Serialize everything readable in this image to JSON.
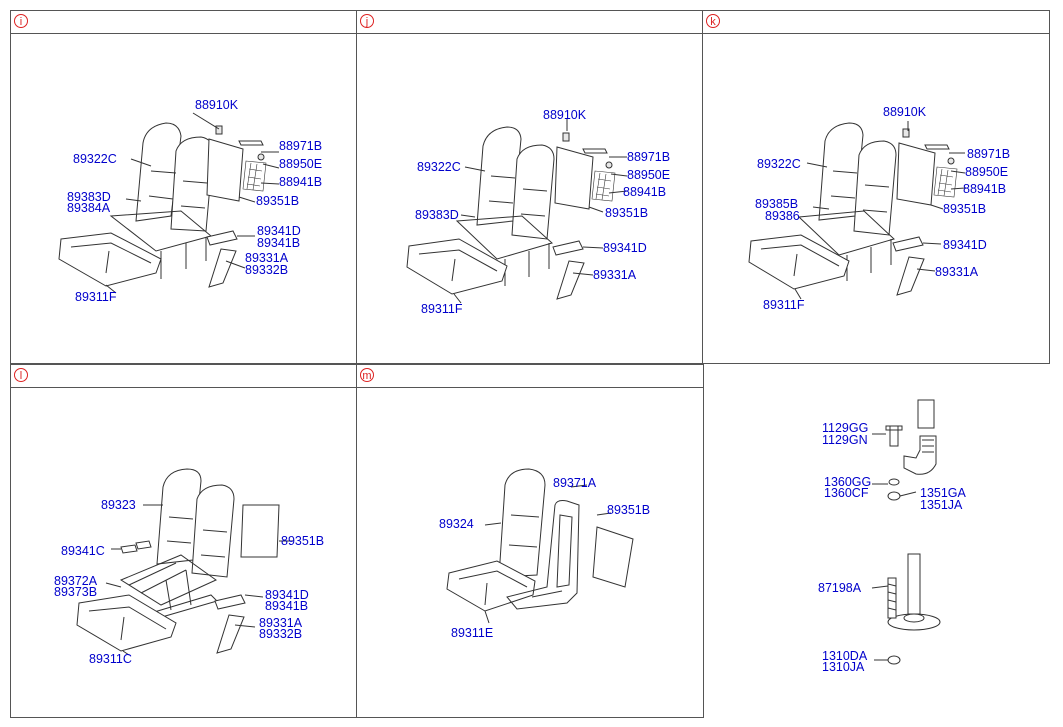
{
  "panels": {
    "i": {
      "tag": "i",
      "labels": [
        "88910K",
        "88971B",
        "88950E",
        "88941B",
        "89351B",
        "89322C",
        "89383D",
        "89384A",
        "89341D",
        "89341B",
        "89331A",
        "89332B",
        "89311F"
      ]
    },
    "j": {
      "tag": "j",
      "labels": [
        "88910K",
        "88971B",
        "88950E",
        "88941B",
        "89351B",
        "89322C",
        "89383D",
        "89341D",
        "89331A",
        "89311F"
      ]
    },
    "k": {
      "tag": "k",
      "labels": [
        "88910K",
        "88971B",
        "88950E",
        "88941B",
        "89351B",
        "89322C",
        "89385B",
        "89386",
        "89341D",
        "89331A",
        "89311F"
      ]
    },
    "l": {
      "tag": "l",
      "labels": [
        "89323",
        "89351B",
        "89341C",
        "89372A",
        "89373B",
        "89341D",
        "89341B",
        "89331A",
        "89332B",
        "89311C"
      ]
    },
    "m": {
      "tag": "m",
      "labels": [
        "89371A",
        "89351B",
        "89324",
        "89311E"
      ]
    },
    "hardware": {
      "labels": [
        "1129GG",
        "1129GN",
        "1360GG",
        "1360CF",
        "1351GA",
        "1351JA",
        "87198A",
        "1310DA",
        "1310JA"
      ]
    }
  },
  "colors": {
    "label": "#0000cc",
    "tag": "#dd2222",
    "line": "#333333"
  }
}
